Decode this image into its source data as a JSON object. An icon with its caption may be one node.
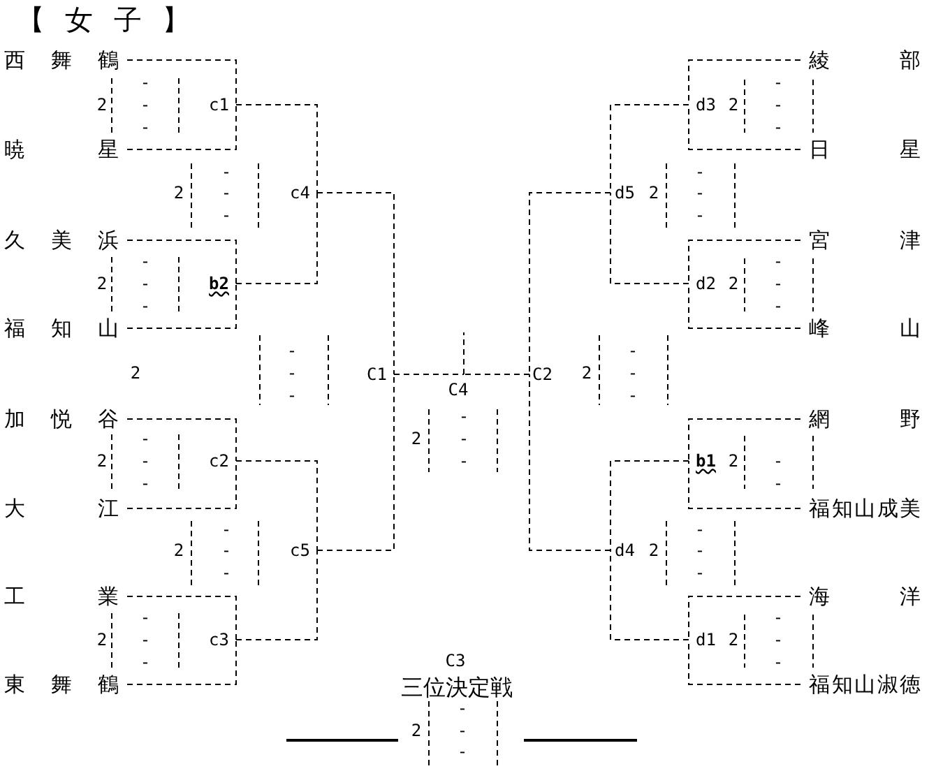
{
  "diagram": {
    "title": "【女子】",
    "nodes": [
      {
        "text": [
          "西舞鶴"
        ]
      },
      {
        "text": [
          "暁星"
        ]
      },
      {
        "text": [
          "久美浜"
        ]
      },
      {
        "text": [
          "福知山"
        ]
      },
      {
        "text": [
          "加悦谷"
        ]
      },
      {
        "text": [
          "大江"
        ]
      },
      {
        "text": [
          "工業"
        ]
      },
      {
        "text": [
          "東舞鶴"
        ]
      },
      {
        "text": [
          "c1"
        ],
        "beside": [
          "2",
          "-",
          "-",
          "-"
        ]
      },
      {
        "text": [
          "b2"
        ],
        "beside": [
          "2",
          "-",
          "-",
          "-"
        ]
      },
      {
        "text": [
          "c2"
        ],
        "beside": [
          "2",
          "-",
          "-",
          "-"
        ]
      },
      {
        "text": [
          "c3"
        ],
        "beside": [
          "2",
          "-",
          "-",
          "-"
        ]
      },
      {
        "text": [
          "c4"
        ],
        "beside": [
          "2",
          "-",
          "-",
          "-"
        ]
      },
      {
        "text": [
          "c5"
        ],
        "beside": [
          "2",
          "-",
          "-",
          "-"
        ]
      },
      {
        "text": [
          "C1"
        ],
        "beside": [
          "-",
          "-",
          "-"
        ]
      },
      {
        "text": [
          "C4"
        ],
        "beside": [
          "2",
          "-",
          "-",
          "-"
        ]
      },
      {
        "text": [
          "C2"
        ],
        "beside": [
          "2",
          "-",
          "-",
          "-"
        ]
      },
      {
        "text": [
          "d5"
        ],
        "beside": [
          "2",
          "-",
          "-",
          "-"
        ]
      },
      {
        "text": [
          "d4"
        ],
        "beside": [
          "2",
          "-",
          "-",
          "-"
        ]
      },
      {
        "text": [
          "d3"
        ],
        "beside": [
          "2",
          "-",
          "-",
          "-"
        ]
      },
      {
        "text": [
          "d2"
        ],
        "beside": [
          "2",
          "-",
          "-",
          "-"
        ]
      },
      {
        "text": [
          "b1"
        ],
        "beside": [
          "2",
          "-",
          "-"
        ]
      },
      {
        "text": [
          "d1"
        ],
        "beside": [
          "2",
          "-",
          "-",
          "-"
        ]
      },
      {
        "text": [
          "綾部"
        ]
      },
      {
        "text": [
          "日星"
        ]
      },
      {
        "text": [
          "宮津"
        ]
      },
      {
        "text": [
          "峰山"
        ]
      },
      {
        "text": [
          "網野"
        ]
      },
      {
        "text": [
          "福知山成美"
        ]
      },
      {
        "text": [
          "海洋"
        ]
      },
      {
        "text": [
          "福知山淑徳"
        ]
      }
    ],
    "edges": [
      {
        "from": 0,
        "to": 8,
        "arrow": "none",
        "style": "dashed"
      },
      {
        "from": 1,
        "to": 8,
        "arrow": "none",
        "style": "dashed"
      },
      {
        "from": 2,
        "to": 9,
        "arrow": "none",
        "style": "dashed"
      },
      {
        "from": 3,
        "to": 9,
        "arrow": "none",
        "style": "dashed"
      },
      {
        "from": 4,
        "to": 10,
        "arrow": "none",
        "style": "dashed"
      },
      {
        "from": 5,
        "to": 10,
        "arrow": "none",
        "style": "dashed"
      },
      {
        "from": 6,
        "to": 11,
        "arrow": "none",
        "style": "dashed"
      },
      {
        "from": 7,
        "to": 11,
        "arrow": "none",
        "style": "dashed"
      },
      {
        "from": 8,
        "to": 12,
        "arrow": "none",
        "style": "dashed"
      },
      {
        "from": 9,
        "to": 12,
        "arrow": "none",
        "style": "dashed"
      },
      {
        "from": 10,
        "to": 13,
        "arrow": "none",
        "style": "dashed"
      },
      {
        "from": 11,
        "to": 13,
        "arrow": "none",
        "style": "dashed"
      },
      {
        "from": 12,
        "to": 14,
        "arrow": "none",
        "style": "dashed"
      },
      {
        "from": 13,
        "to": 14,
        "arrow": "none",
        "style": "dashed"
      },
      {
        "from": 14,
        "to": 15,
        "arrow": "none",
        "style": "dashed"
      },
      {
        "from": 16,
        "to": 15,
        "arrow": "none",
        "style": "dashed"
      },
      {
        "from": 15,
        "to": null,
        "arrow": "none",
        "style": "dashed"
      },
      {
        "from": 17,
        "to": 16,
        "arrow": "none",
        "style": "dashed"
      },
      {
        "from": 18,
        "to": 16,
        "arrow": "none",
        "style": "dashed"
      },
      {
        "from": 19,
        "to": 17,
        "arrow": "none",
        "style": "dashed"
      },
      {
        "from": 20,
        "to": 17,
        "arrow": "none",
        "style": "dashed"
      },
      {
        "from": 21,
        "to": 18,
        "arrow": "none",
        "style": "dashed"
      },
      {
        "from": 22,
        "to": 18,
        "arrow": "none",
        "style": "dashed"
      },
      {
        "from": 23,
        "to": 19,
        "arrow": "none",
        "style": "dashed"
      },
      {
        "from": 24,
        "to": 19,
        "arrow": "none",
        "style": "dashed"
      },
      {
        "from": 25,
        "to": 20,
        "arrow": "none",
        "style": "dashed"
      },
      {
        "from": 26,
        "to": 20,
        "arrow": "none",
        "style": "dashed"
      },
      {
        "from": 27,
        "to": 21,
        "arrow": "none",
        "style": "dashed"
      },
      {
        "from": 28,
        "to": 21,
        "arrow": "none",
        "style": "dashed"
      },
      {
        "from": 29,
        "to": 22,
        "arrow": "none",
        "style": "dashed"
      },
      {
        "from": 30,
        "to": 22,
        "arrow": "none",
        "style": "dashed"
      }
    ],
    "labels": [
      "2",
      "C3",
      "三位決定戦",
      "2",
      "-",
      "-",
      "-"
    ]
  }
}
